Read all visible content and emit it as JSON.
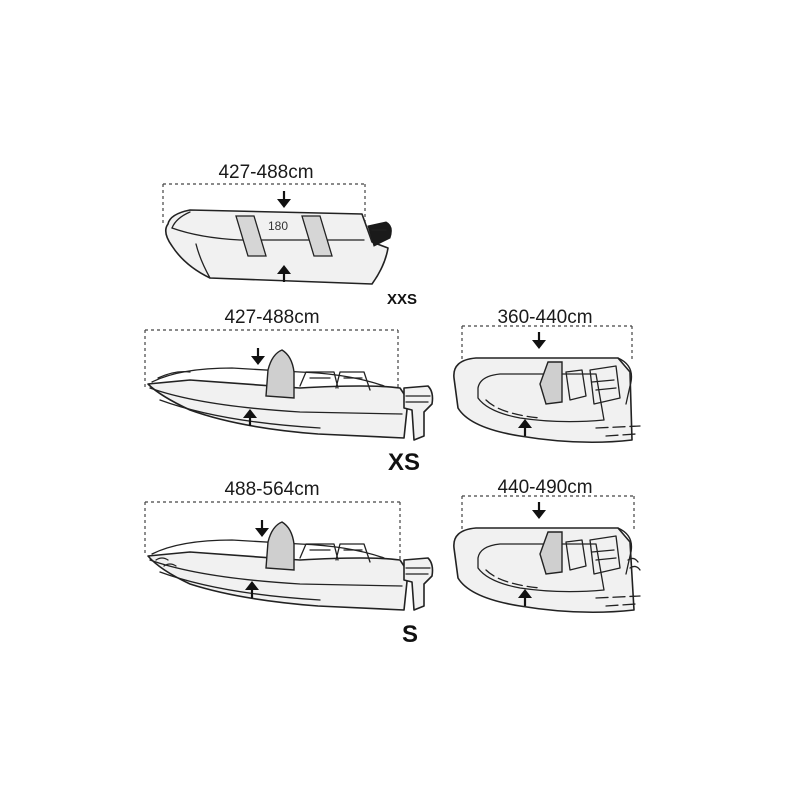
{
  "boats": [
    {
      "id": "xxs",
      "size_label": "XXS",
      "length_label": "427-488cm",
      "width_label": "180"
    },
    {
      "id": "xs",
      "size_label": "XS",
      "length_label": "427-488cm"
    },
    {
      "id": "s",
      "size_label": "S",
      "length_label": "488-564cm"
    }
  ],
  "ribs": [
    {
      "id": "rib-xs",
      "length_label": "360-440cm"
    },
    {
      "id": "rib-s",
      "length_label": "440-490cm"
    }
  ],
  "icons": {
    "arrow": "arrow-icon",
    "outboard": "outboard-motor-icon"
  }
}
